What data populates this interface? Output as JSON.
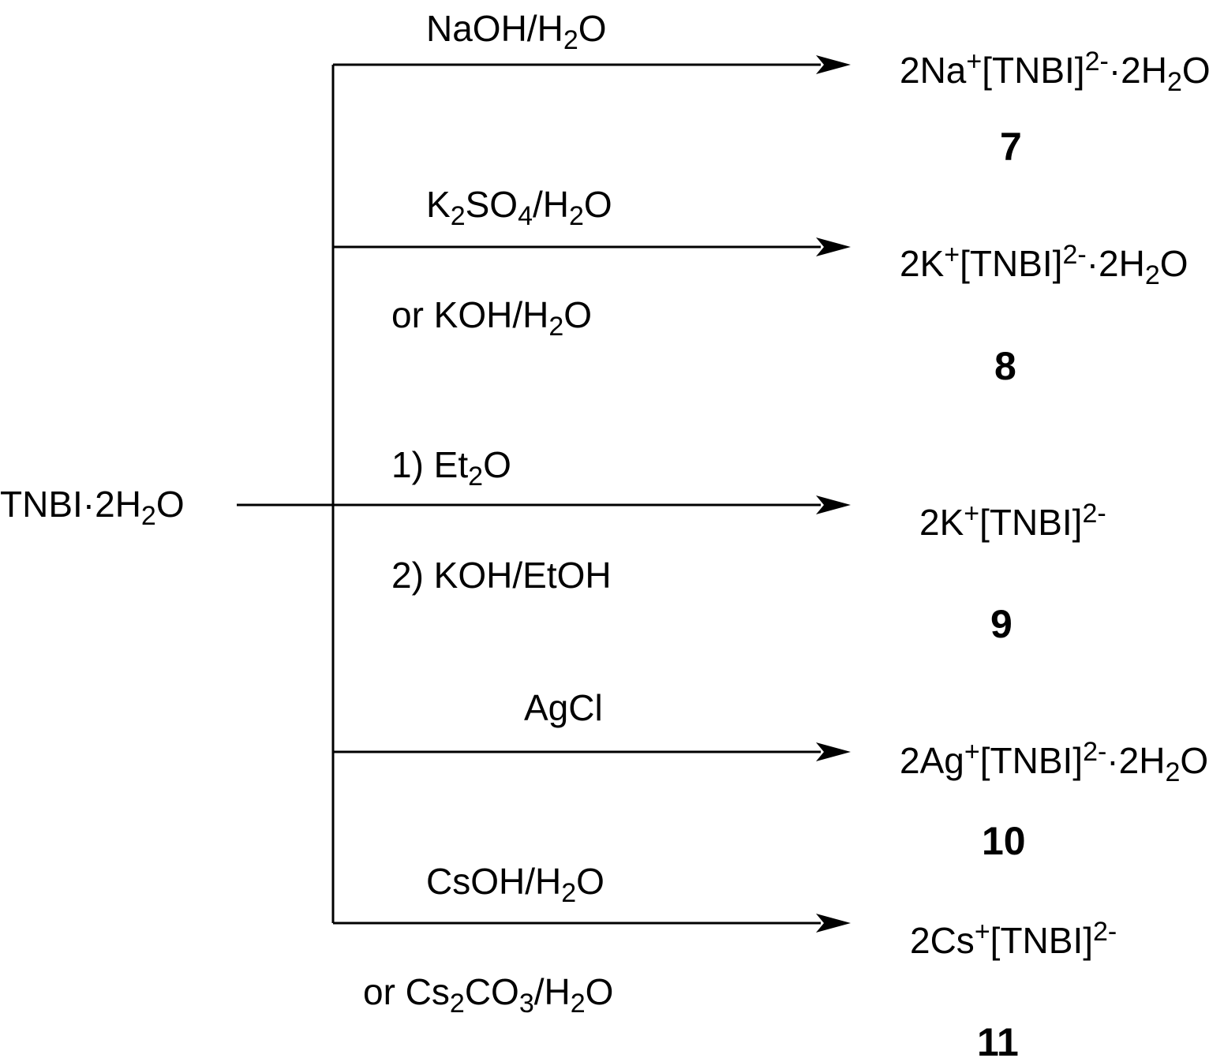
{
  "starting_material": {
    "formula": [
      {
        "t": "TNBI"
      },
      {
        "t": "·"
      },
      {
        "t": "2H"
      },
      {
        "t": "2",
        "s": "sub"
      },
      {
        "t": "O"
      }
    ]
  },
  "branches": [
    {
      "reagent_above": [
        {
          "t": "NaOH/H"
        },
        {
          "t": "2",
          "s": "sub"
        },
        {
          "t": "O"
        }
      ],
      "reagent_below": [],
      "product": [
        {
          "t": "2Na"
        },
        {
          "t": "+",
          "s": "sup"
        },
        {
          "t": "[TNBI]"
        },
        {
          "t": "2-",
          "s": "sup"
        },
        {
          "t": "·"
        },
        {
          "t": "2H"
        },
        {
          "t": "2",
          "s": "sub"
        },
        {
          "t": "O"
        }
      ],
      "compound_number": "7"
    },
    {
      "reagent_above": [
        {
          "t": "K"
        },
        {
          "t": "2",
          "s": "sub"
        },
        {
          "t": "SO"
        },
        {
          "t": "4",
          "s": "sub"
        },
        {
          "t": "/H"
        },
        {
          "t": "2",
          "s": "sub"
        },
        {
          "t": "O"
        }
      ],
      "reagent_below": [
        {
          "t": "or KOH/H"
        },
        {
          "t": "2",
          "s": "sub"
        },
        {
          "t": "O"
        }
      ],
      "product": [
        {
          "t": "2K"
        },
        {
          "t": "+",
          "s": "sup"
        },
        {
          "t": "[TNBI]"
        },
        {
          "t": "2-",
          "s": "sup"
        },
        {
          "t": "·"
        },
        {
          "t": "2H"
        },
        {
          "t": "2",
          "s": "sub"
        },
        {
          "t": "O"
        }
      ],
      "compound_number": "8"
    },
    {
      "reagent_above": [
        {
          "t": "1) Et"
        },
        {
          "t": "2",
          "s": "sub"
        },
        {
          "t": "O"
        }
      ],
      "reagent_below": [
        {
          "t": "2) KOH/EtOH"
        }
      ],
      "product": [
        {
          "t": "2K"
        },
        {
          "t": "+",
          "s": "sup"
        },
        {
          "t": "[TNBI]"
        },
        {
          "t": "2-",
          "s": "sup"
        }
      ],
      "compound_number": "9"
    },
    {
      "reagent_above": [
        {
          "t": "AgCl"
        }
      ],
      "reagent_below": [],
      "product": [
        {
          "t": "2Ag"
        },
        {
          "t": "+",
          "s": "sup"
        },
        {
          "t": "[TNBI]"
        },
        {
          "t": "2-",
          "s": "sup"
        },
        {
          "t": "·"
        },
        {
          "t": "2H"
        },
        {
          "t": "2",
          "s": "sub"
        },
        {
          "t": "O"
        }
      ],
      "compound_number": "10"
    },
    {
      "reagent_above": [
        {
          "t": "CsOH/H"
        },
        {
          "t": "2",
          "s": "sub"
        },
        {
          "t": "O"
        }
      ],
      "reagent_below": [
        {
          "t": "or Cs"
        },
        {
          "t": "2",
          "s": "sub"
        },
        {
          "t": "CO"
        },
        {
          "t": "3",
          "s": "sub"
        },
        {
          "t": "/H"
        },
        {
          "t": "2",
          "s": "sub"
        },
        {
          "t": "O"
        }
      ],
      "product": [
        {
          "t": "2Cs"
        },
        {
          "t": "+",
          "s": "sup"
        },
        {
          "t": "[TNBI]"
        },
        {
          "t": "2-",
          "s": "sup"
        }
      ],
      "compound_number": "11"
    }
  ]
}
